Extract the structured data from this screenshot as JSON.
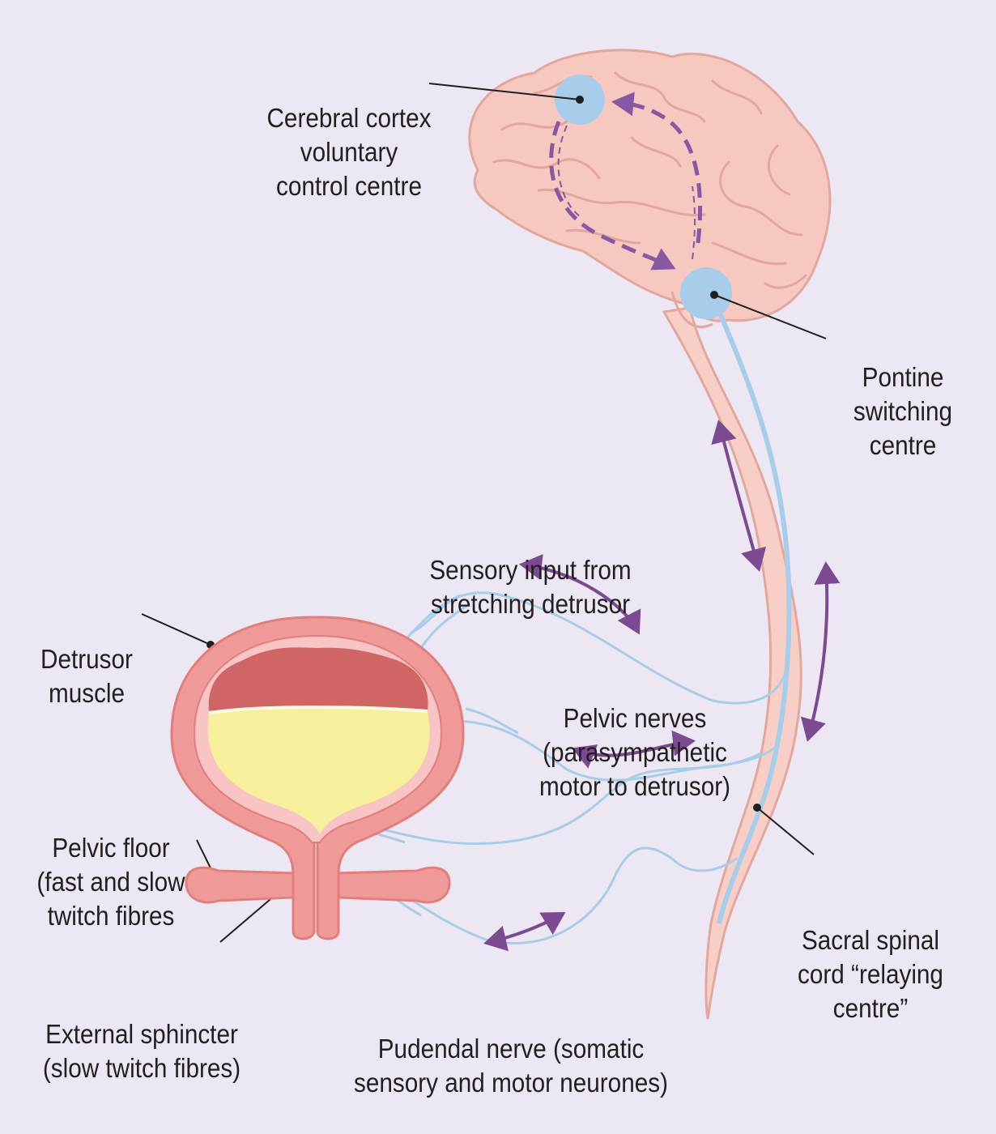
{
  "colors": {
    "background": "#ede6f3",
    "brain_fill": "#f6c8c0",
    "brain_outline": "#e2a79f",
    "cord_fill": "#f7cfc7",
    "nerve": "#a7cdeb",
    "centre": "#a7cdeb",
    "arrow": "#7b4a91",
    "bladder_wall": "#ef9a98",
    "bladder_inner": "#d06565",
    "urine": "#f7ef9b"
  },
  "labels": {
    "cortex": [
      "Cerebral cortex",
      "voluntary",
      "control centre"
    ],
    "pontine": [
      "Pontine",
      "switching",
      "centre"
    ],
    "sensory": [
      "Sensory input from",
      "stretching detrusor"
    ],
    "detrusor": [
      "Detrusor",
      "muscle"
    ],
    "pelvic_nerves": [
      "Pelvic nerves",
      "(parasympathetic",
      "motor to detrusor)"
    ],
    "pelvic_floor": [
      "Pelvic floor",
      "(fast and slow",
      "twitch fibres"
    ],
    "sacral": [
      "Sacral spinal",
      "cord “relaying",
      "centre”"
    ],
    "sphincter": [
      "External sphincter",
      "(slow twitch fibres)"
    ],
    "pudendal": [
      "Pudendal nerve (somatic",
      "sensory and motor neurones)"
    ]
  }
}
